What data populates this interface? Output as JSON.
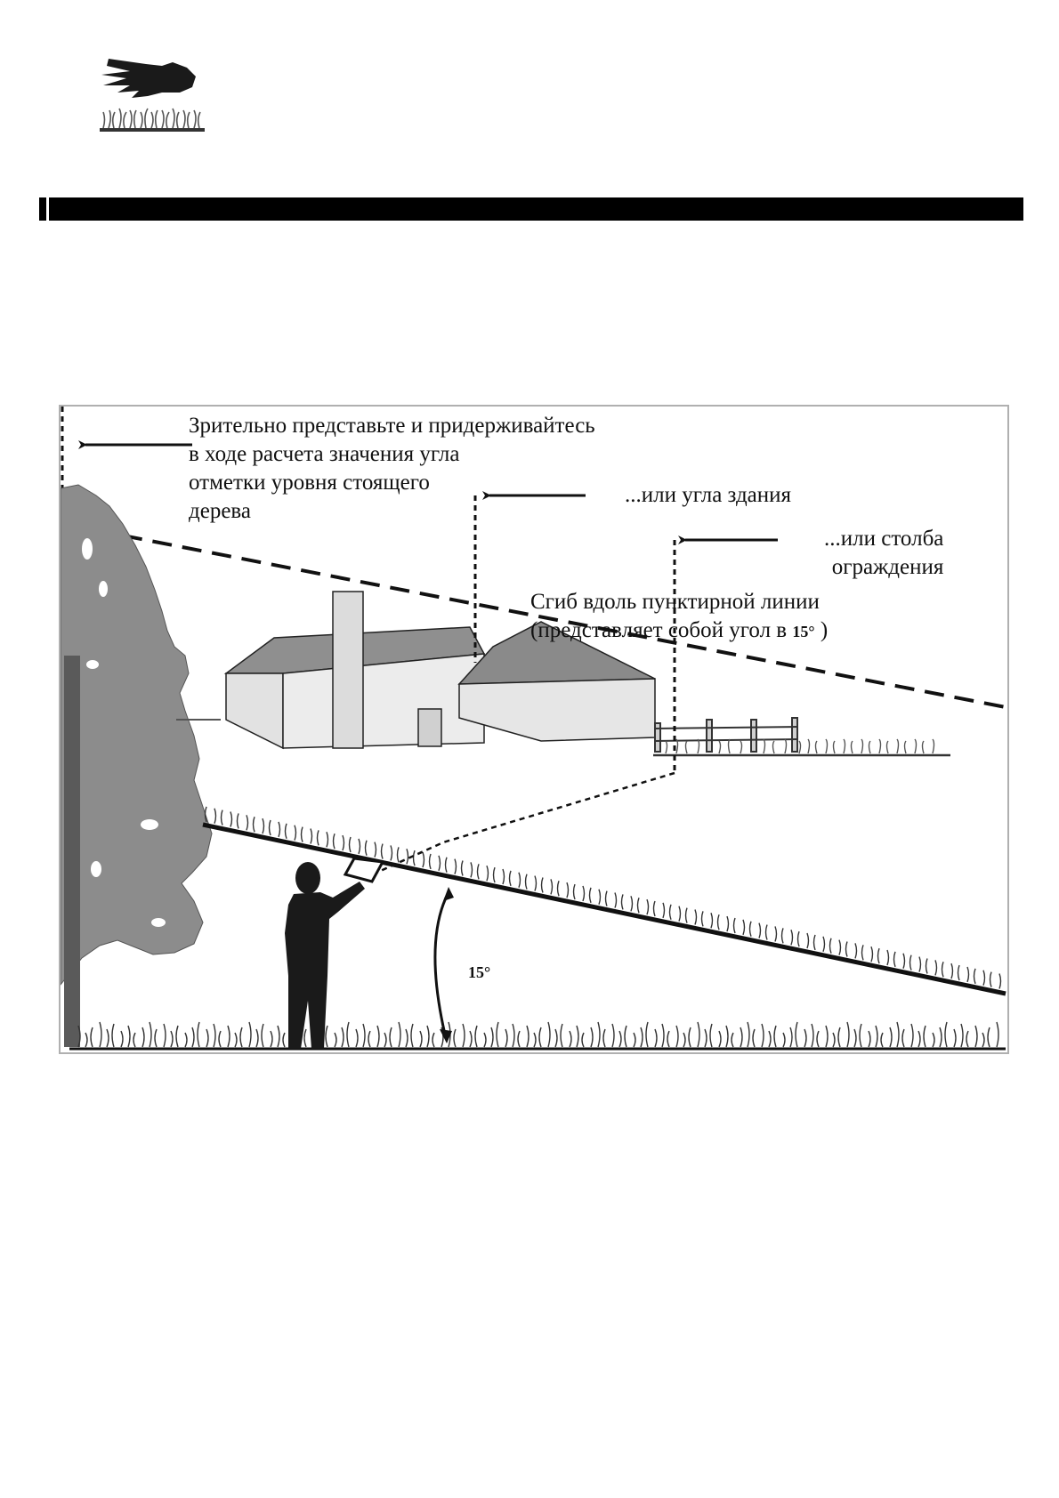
{
  "labels": {
    "main_line1": "Зрительно представьте и придерживайтесь",
    "main_line2": "в ходе расчета значения угла",
    "main_line3": "отметки уровня стоящего",
    "main_line4": "дерева",
    "building": "...или угла здания",
    "fence_line1": "...или столба",
    "fence_line2": "ограждения",
    "fold_line1": "Сгиб вдоль пунктирной линии",
    "fold_line2_prefix": "(представляет собой угол в ",
    "fold_angle": "15°",
    "fold_line2_suffix": ")",
    "angle_marker": "15°"
  },
  "icons": {
    "logo": "hand-over-grass-icon"
  },
  "colors": {
    "tree": "#8a8a8a",
    "ink": "#111111"
  }
}
